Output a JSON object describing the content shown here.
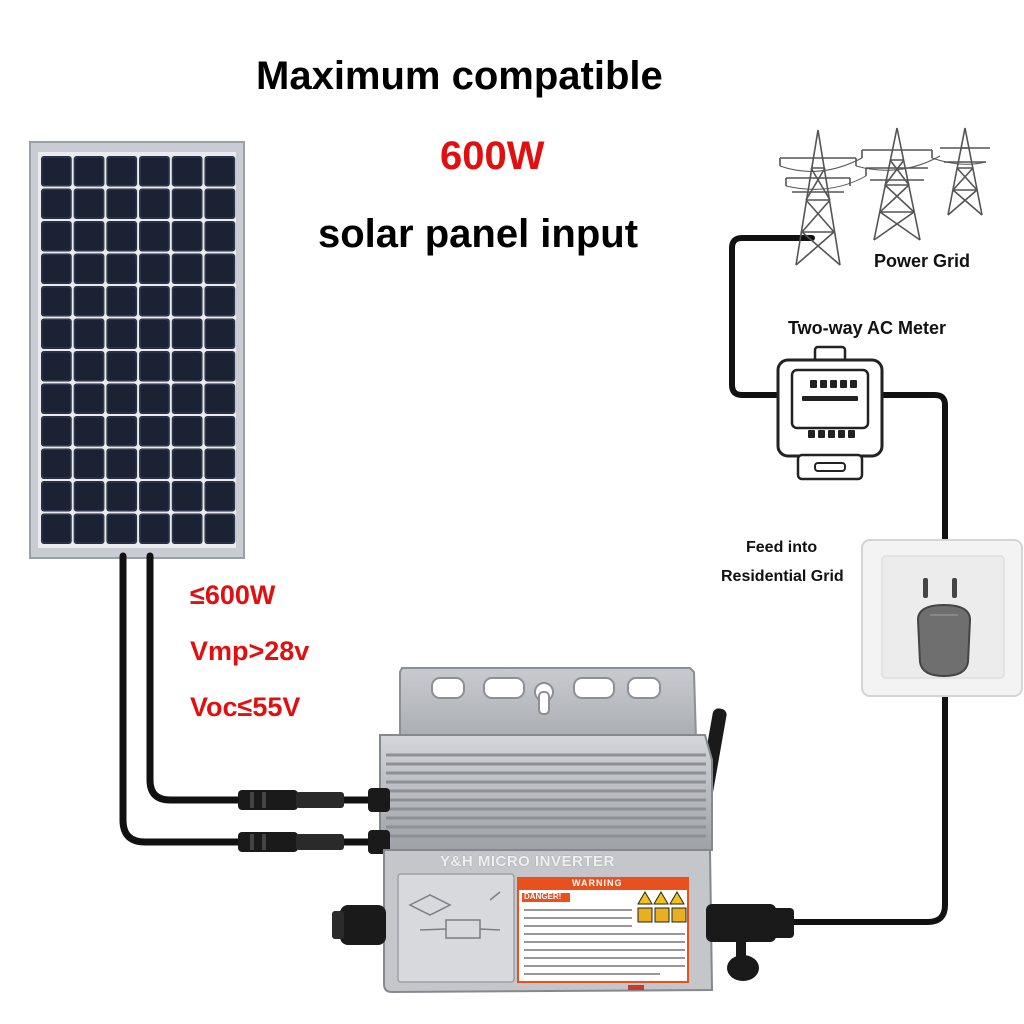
{
  "title": {
    "line1": "Maximum compatible",
    "line2": "600W",
    "line3": "solar panel input"
  },
  "specs": [
    "≤600W",
    "Vmp>28v",
    "Voc≤55V"
  ],
  "labels": {
    "power_grid": "Power Grid",
    "ac_meter": "Two-way AC Meter",
    "feed_line1": "Feed into",
    "feed_line2": "Residential Grid"
  },
  "inverter": {
    "brand": "Y&H MICRO INVERTER",
    "danger": "DANGER!",
    "warning": "WARNING"
  },
  "colors": {
    "title_red": "#e01010",
    "panel_cell": "#1b2233",
    "panel_frame": "#c9ccd2",
    "inverter_body": "#b7babf",
    "warning_orange": "#e8501e",
    "cable": "#111111"
  }
}
